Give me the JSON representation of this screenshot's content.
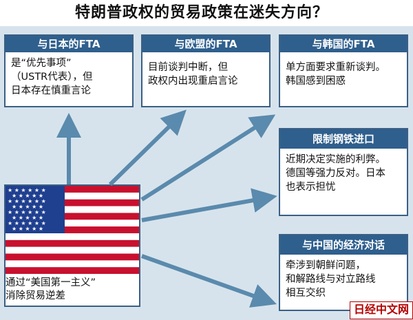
{
  "title": "特朗普政权的贸易政策在迷失方向？",
  "boxes": {
    "japan": {
      "header": "与日本的FTA",
      "body": [
        "是“优先事项”",
        "（USTR代表），但",
        "日本存在慎重言论"
      ]
    },
    "eu": {
      "header": "与欧盟的FTA",
      "body": [
        "目前谈判中断，但",
        "政权内出现重启言论"
      ]
    },
    "korea": {
      "header": "与韩国的FTA",
      "body": [
        "单方面要求重新谈判。",
        "韩国感到困惑"
      ]
    },
    "steel": {
      "header": "限制钢铁进口",
      "body": [
        "近期决定实施的利弊。",
        "德国等强力反对。日本",
        "也表示担忧"
      ]
    },
    "china": {
      "header": "与中国的经济对话",
      "body": [
        "牵涉到朝鲜问题，",
        "和解路线与对立路线",
        "相互交织"
      ]
    }
  },
  "flag_caption": [
    "通过“美国第一主义”",
    "消除贸易逆差"
  ],
  "watermark": "日经中文网",
  "colors": {
    "header_bg": "#2f5f8d",
    "panel_bg": "#d7e3ec",
    "arrow": "#5a8aad"
  }
}
